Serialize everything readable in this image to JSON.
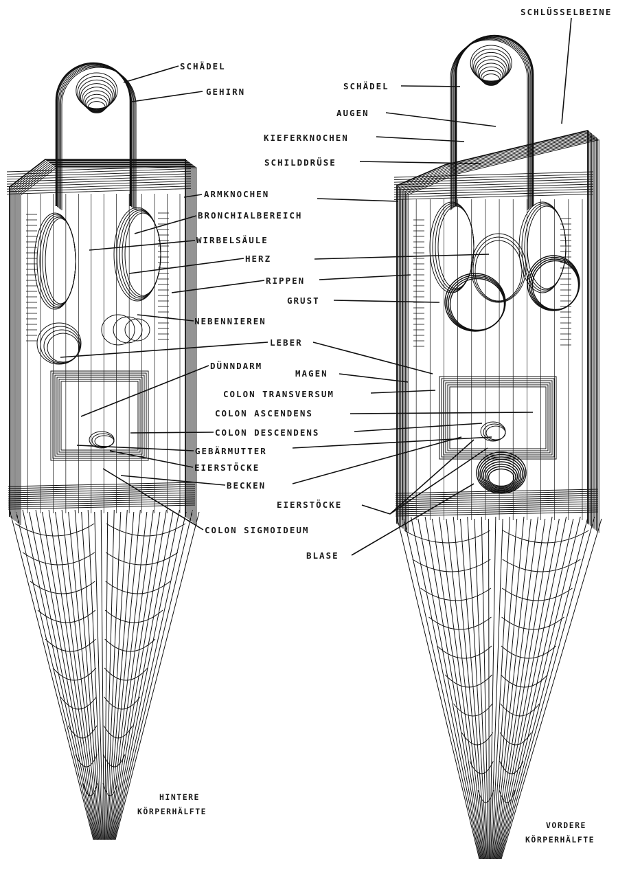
{
  "figures": [
    {
      "id": "back",
      "caption": [
        "HINTERE",
        "KÖRPERHÄLFTE"
      ],
      "labels": [
        "SCHÄDEL",
        "GEHIRN",
        "ARMKNOCHEN",
        "BRONCHIALBEREICH",
        "WIRBELSÄULE",
        "HERZ",
        "RIPPEN",
        "NEBENNIEREN",
        "LEBER",
        "DÜNNDARM",
        "COLON DESCENDENS",
        "GEBÄRMUTTER",
        "EIERSTÖCKE",
        "BECKEN",
        "COLON SIGMOIDEUM"
      ]
    },
    {
      "id": "front",
      "caption": [
        "VORDERE",
        "KÖRPERHÄLFTE"
      ],
      "labels": [
        "SCHLÜSSELBEINE",
        "SCHÄDEL",
        "AUGEN",
        "KIEFERKNOCHEN",
        "SCHILDDRÜSE",
        "GRUST",
        "MAGEN",
        "COLON TRANSVERSUM",
        "COLON ASCENDENS",
        "EIERSTÖCKE",
        "BLASE"
      ]
    }
  ]
}
